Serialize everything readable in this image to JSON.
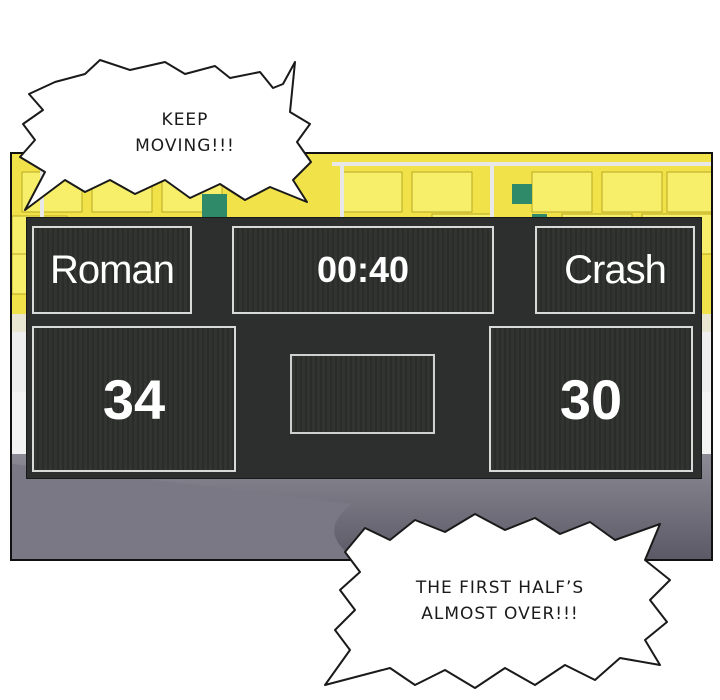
{
  "scene": {
    "top_bubble": [
      "KEEP",
      "MOVING!!!"
    ],
    "bottom_bubble": [
      "THE FIRST HALF’S",
      "ALMOST OVER!!!"
    ]
  },
  "scoreboard": {
    "home_name": "Roman",
    "away_name": "Crash",
    "clock": "00:40",
    "home_score": "34",
    "away_score": "30"
  },
  "colors": {
    "seats": "#f4e84a",
    "board": "#2d2f2e",
    "floor": "#6c6a76"
  }
}
